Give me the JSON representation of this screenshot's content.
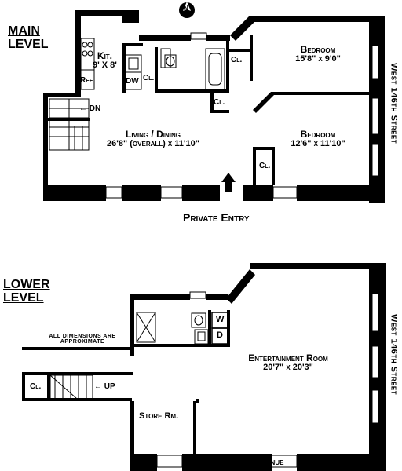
{
  "main_level": {
    "heading": [
      "MAIN",
      "LEVEL"
    ],
    "kitchen": {
      "name": "Kit.",
      "dims": "9' X 8'"
    },
    "ref": "Ref",
    "dw": "DW",
    "closets": [
      "Cl.",
      "Cl.",
      "Cl.",
      "Cl."
    ],
    "stairs_label": "← DN",
    "living_dining": {
      "name": "Living / Dining",
      "dims": "26'8\" (overall) x 11'10\""
    },
    "bedroom_1": {
      "name": "Bedroom",
      "dims": "15'8\" x 9'0\""
    },
    "bedroom_2": {
      "name": "Bedroom",
      "dims": "12'6\" x 11'10\""
    },
    "entry_label": "Private Entry",
    "street_label": "West 146th Street"
  },
  "lower_level": {
    "heading": [
      "LOWER",
      "LEVEL"
    ],
    "note": [
      "ALL DIMENSIONS ARE",
      "APPROXIMATE"
    ],
    "washer": "W",
    "dryer": "D",
    "closet": "Cl.",
    "stairs_label": "← UP",
    "entertainment_room": {
      "name": "Entertainment Room",
      "dims": "20'7\" x 20'3\""
    },
    "store_room": "Store Rm.",
    "street_label": "West 146th Street",
    "avenue_label": "Convent Avenue"
  },
  "compass": {
    "letter": "N"
  }
}
